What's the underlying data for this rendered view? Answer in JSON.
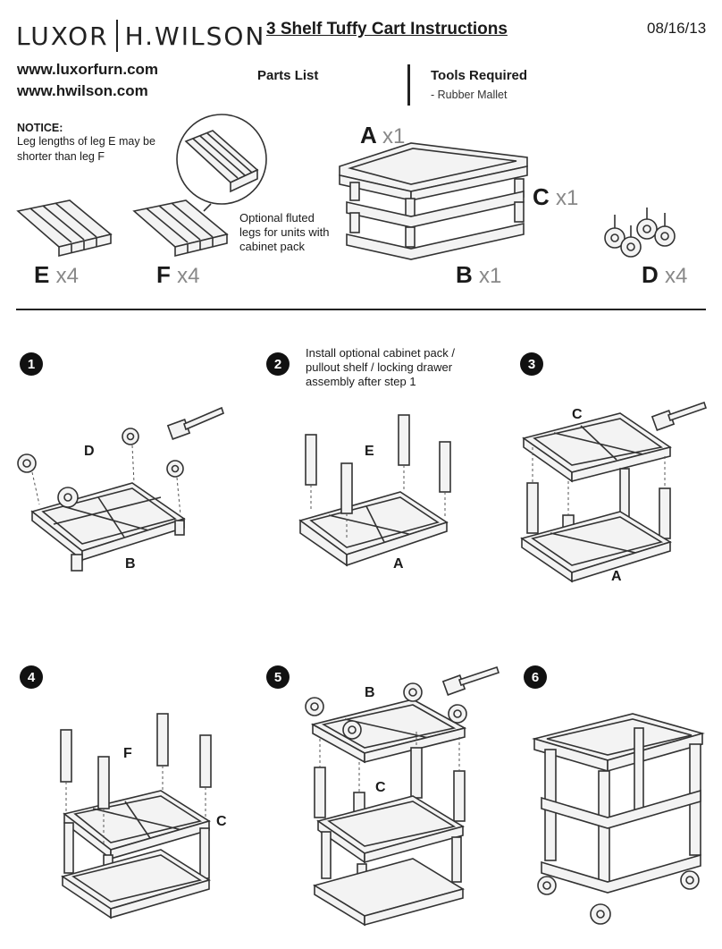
{
  "header": {
    "brand_left": "LUXOR",
    "brand_right": "H.WILSON",
    "title": "3 Shelf Tuffy Cart Instructions",
    "date": "08/16/13",
    "url1": "www.luxorfurn.com",
    "url2": "www.hwilson.com"
  },
  "parts": {
    "heading": "Parts List",
    "tools_heading": "Tools Required",
    "tool_item": "- Rubber Mallet",
    "notice_heading": "NOTICE:",
    "notice_body": "Leg lengths of leg E may be shorter than leg F",
    "optional_note": "Optional fluted legs for units with cabinet pack",
    "items": [
      {
        "letter": "A",
        "qty": "x1"
      },
      {
        "letter": "B",
        "qty": "x1"
      },
      {
        "letter": "C",
        "qty": "x1"
      },
      {
        "letter": "D",
        "qty": "x4"
      },
      {
        "letter": "E",
        "qty": "x4"
      },
      {
        "letter": "F",
        "qty": "x4"
      }
    ]
  },
  "steps": [
    {
      "number": "1",
      "labels": [
        "D",
        "B"
      ]
    },
    {
      "number": "2",
      "note": "Install optional cabinet pack / pullout shelf / locking drawer assembly after step 1",
      "labels": [
        "E",
        "A"
      ]
    },
    {
      "number": "3",
      "labels": [
        "C",
        "A"
      ]
    },
    {
      "number": "4",
      "labels": [
        "F",
        "C"
      ]
    },
    {
      "number": "5",
      "labels": [
        "B",
        "C"
      ]
    },
    {
      "number": "6",
      "labels": []
    }
  ]
}
